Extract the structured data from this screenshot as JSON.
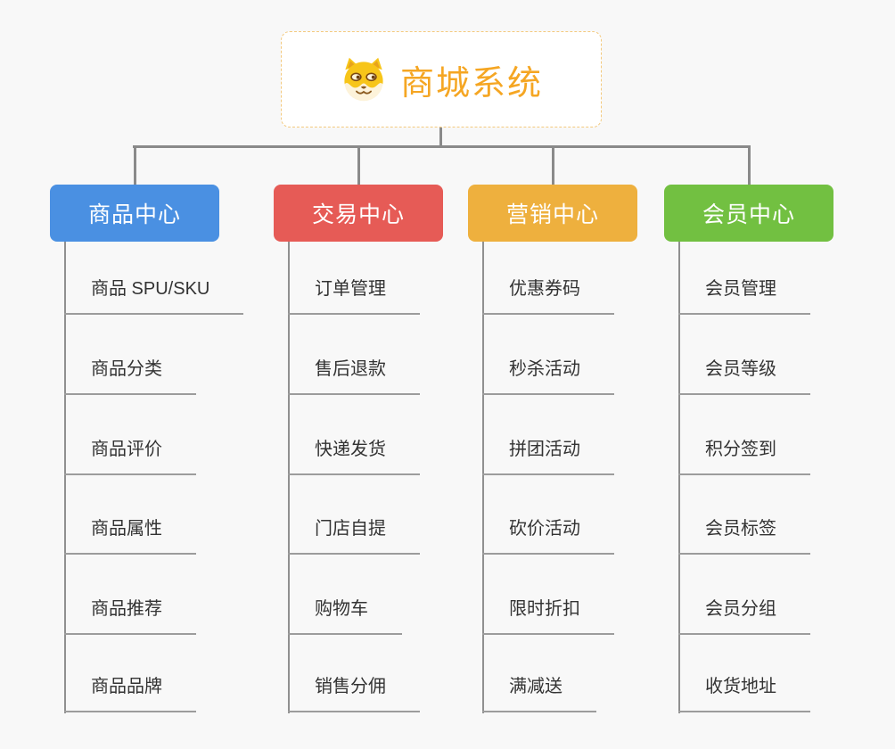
{
  "root": {
    "title": "商城系统",
    "icon": "shiba-dog-icon"
  },
  "branches": [
    {
      "label": "商品中心",
      "color": "#4a90e2",
      "items": [
        "商品 SPU/SKU",
        "商品分类",
        "商品评价",
        "商品属性",
        "商品推荐",
        "商品品牌"
      ]
    },
    {
      "label": "交易中心",
      "color": "#e65b56",
      "items": [
        "订单管理",
        "售后退款",
        "快递发货",
        "门店自提",
        "购物车",
        "销售分佣"
      ]
    },
    {
      "label": "营销中心",
      "color": "#eeb03e",
      "items": [
        "优惠券码",
        "秒杀活动",
        "拼团活动",
        "砍价活动",
        "限时折扣",
        "满减送"
      ]
    },
    {
      "label": "会员中心",
      "color": "#72c041",
      "items": [
        "会员管理",
        "会员等级",
        "积分签到",
        "会员标签",
        "会员分组",
        "收货地址"
      ]
    }
  ],
  "colors": {
    "root_accent": "#f5a623",
    "root_border": "#f3c97e",
    "connector": "#8a8a8a",
    "underline": "#9c9c9c",
    "item_text": "#333333",
    "background": "#f8f8f8",
    "header_text": "#ffffff"
  }
}
